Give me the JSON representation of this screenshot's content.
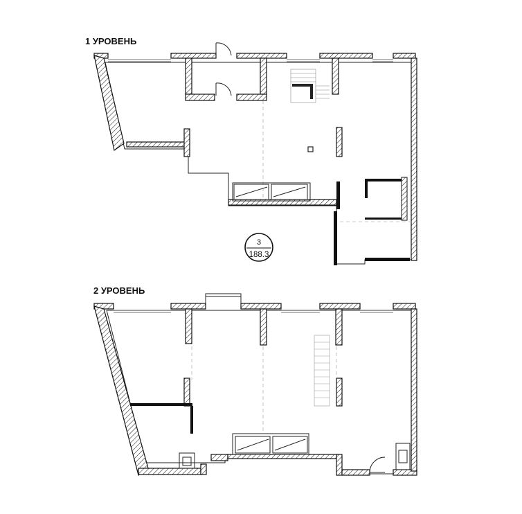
{
  "level1": {
    "label": "1 УРОВЕНЬ"
  },
  "level2": {
    "label": "2 УРОВЕНЬ"
  },
  "apartment": {
    "number": "3",
    "area": "188.3"
  }
}
